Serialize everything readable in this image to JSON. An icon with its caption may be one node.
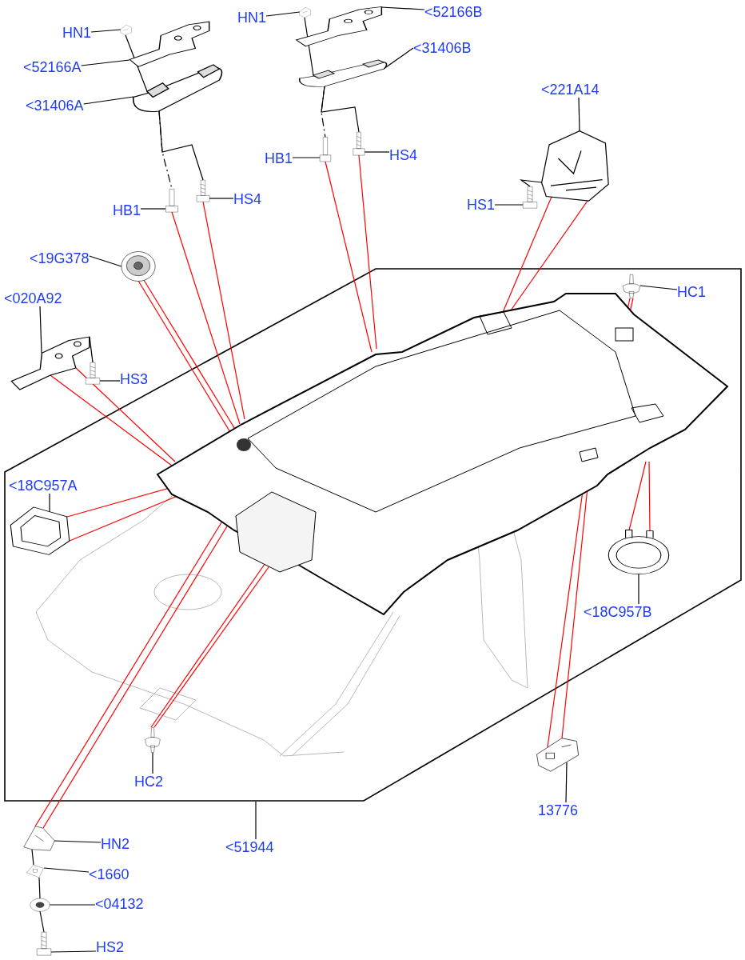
{
  "diagram": {
    "nodes": [
      {
        "text": [],
        "shape": "box"
      },
      {
        "text": [],
        "shape": "picture",
        "in": 0
      },
      {
        "text": [
          "HN1"
        ]
      },
      {
        "text": [],
        "shape": "picture"
      },
      {
        "text": [
          "<52166A"
        ]
      },
      {
        "text": [],
        "shape": "picture"
      },
      {
        "text": [
          "<31406A"
        ]
      },
      {
        "text": [],
        "shape": "picture"
      },
      {
        "text": [
          "HB1"
        ]
      },
      {
        "text": [],
        "shape": "picture"
      },
      {
        "text": [
          "HS4"
        ]
      },
      {
        "text": [],
        "shape": "picture"
      },
      {
        "text": [
          "HN1"
        ]
      },
      {
        "text": [],
        "shape": "picture"
      },
      {
        "text": [
          "<52166B"
        ]
      },
      {
        "text": [],
        "shape": "picture"
      },
      {
        "text": [
          "<31406B"
        ]
      },
      {
        "text": [],
        "shape": "picture"
      },
      {
        "text": [
          "HB1"
        ]
      },
      {
        "text": [],
        "shape": "picture"
      },
      {
        "text": [
          "HS4"
        ]
      },
      {
        "text": [],
        "shape": "picture"
      },
      {
        "text": [
          "<221A14"
        ]
      },
      {
        "text": [],
        "shape": "picture"
      },
      {
        "text": [
          "HS1"
        ]
      },
      {
        "text": [],
        "shape": "picture"
      },
      {
        "text": [
          "<19G378"
        ]
      },
      {
        "text": [],
        "shape": "picture"
      },
      {
        "text": [
          "<020A92"
        ]
      },
      {
        "text": [],
        "shape": "picture"
      },
      {
        "text": [
          "HS3"
        ]
      },
      {
        "text": [],
        "shape": "picture"
      },
      {
        "text": [
          "HC1"
        ],
        "in": 0
      },
      {
        "text": [],
        "shape": "picture",
        "in": 0
      },
      {
        "text": [
          "<18C957A"
        ],
        "in": 0
      },
      {
        "text": [],
        "shape": "picture",
        "in": 0
      },
      {
        "text": [
          "<18C957B"
        ],
        "in": 0
      },
      {
        "text": [],
        "shape": "picture",
        "in": 0
      },
      {
        "text": [
          "HC2"
        ],
        "in": 0
      },
      {
        "text": [],
        "shape": "picture",
        "in": 0
      },
      {
        "text": [
          "13776"
        ]
      },
      {
        "text": [],
        "shape": "picture"
      },
      {
        "text": [
          "<51944"
        ]
      },
      {
        "text": [
          "HN2"
        ]
      },
      {
        "text": [],
        "shape": "picture"
      },
      {
        "text": [
          "<1660"
        ]
      },
      {
        "text": [],
        "shape": "picture"
      },
      {
        "text": [
          "<04132"
        ]
      },
      {
        "text": [],
        "shape": "picture"
      },
      {
        "text": [
          "HS2"
        ]
      },
      {
        "text": [],
        "shape": "picture"
      }
    ],
    "edges": [
      {
        "from": 2,
        "to": 3,
        "arrow": "none"
      },
      {
        "from": 4,
        "to": 5,
        "arrow": "none"
      },
      {
        "from": 6,
        "to": 7,
        "arrow": "none"
      },
      {
        "from": 8,
        "to": 9,
        "arrow": "none"
      },
      {
        "from": 10,
        "to": 11,
        "arrow": "none"
      },
      {
        "from": 12,
        "to": 13,
        "arrow": "none"
      },
      {
        "from": 14,
        "to": 15,
        "arrow": "none"
      },
      {
        "from": 16,
        "to": 17,
        "arrow": "none"
      },
      {
        "from": 18,
        "to": 19,
        "arrow": "none"
      },
      {
        "from": 20,
        "to": 21,
        "arrow": "none"
      },
      {
        "from": 22,
        "to": 23,
        "arrow": "none"
      },
      {
        "from": 24,
        "to": 25,
        "arrow": "none"
      },
      {
        "from": 26,
        "to": 27,
        "arrow": "none"
      },
      {
        "from": 28,
        "to": 29,
        "arrow": "none"
      },
      {
        "from": 30,
        "to": 31,
        "arrow": "none"
      },
      {
        "from": 32,
        "to": 33,
        "arrow": "none"
      },
      {
        "from": 34,
        "to": 35,
        "arrow": "none"
      },
      {
        "from": 36,
        "to": 37,
        "arrow": "none"
      },
      {
        "from": 38,
        "to": 39,
        "arrow": "none"
      },
      {
        "from": 40,
        "to": 41,
        "arrow": "none"
      },
      {
        "from": 42,
        "to": 0,
        "arrow": "none"
      },
      {
        "from": 43,
        "to": 44,
        "arrow": "none"
      },
      {
        "from": 45,
        "to": 46,
        "arrow": "none"
      },
      {
        "from": 47,
        "to": 48,
        "arrow": "none"
      },
      {
        "from": 49,
        "to": 50,
        "arrow": "none"
      },
      {
        "from": 3,
        "to": 7,
        "arrow": "none"
      },
      {
        "from": 7,
        "to": 9,
        "arrow": "none",
        "style": "dashed"
      },
      {
        "from": 7,
        "to": 11,
        "arrow": "none"
      },
      {
        "from": 13,
        "to": 17,
        "arrow": "none"
      },
      {
        "from": 17,
        "to": 19,
        "arrow": "none",
        "style": "dashed"
      },
      {
        "from": 17,
        "to": 21,
        "arrow": "none"
      },
      {
        "from": 23,
        "to": 25,
        "arrow": "none"
      },
      {
        "from": 29,
        "to": 31,
        "arrow": "none"
      },
      {
        "from": 44,
        "to": 46,
        "arrow": "none"
      },
      {
        "from": 46,
        "to": 48,
        "arrow": "none"
      },
      {
        "from": 48,
        "to": 50,
        "arrow": "none"
      },
      {
        "from": 9,
        "to": 1,
        "arrow": "none",
        "color": "#ff0000"
      },
      {
        "from": 11,
        "to": 1,
        "arrow": "none",
        "color": "#ff0000"
      },
      {
        "from": 19,
        "to": 1,
        "arrow": "none",
        "color": "#ff0000"
      },
      {
        "from": 21,
        "to": 1,
        "arrow": "none",
        "color": "#ff0000"
      },
      {
        "from": 23,
        "to": 1,
        "arrow": "none",
        "color": "#ff0000"
      },
      {
        "from": 23,
        "to": 1,
        "arrow": "none",
        "color": "#ff0000"
      },
      {
        "from": 27,
        "to": 1,
        "arrow": "none",
        "color": "#ff0000"
      },
      {
        "from": 27,
        "to": 1,
        "arrow": "none",
        "color": "#ff0000"
      },
      {
        "from": 29,
        "to": 1,
        "arrow": "none",
        "color": "#ff0000"
      },
      {
        "from": 29,
        "to": 1,
        "arrow": "none",
        "color": "#ff0000"
      },
      {
        "from": 35,
        "to": 1,
        "arrow": "none",
        "color": "#ff0000"
      },
      {
        "from": 35,
        "to": 1,
        "arrow": "none",
        "color": "#ff0000"
      },
      {
        "from": 44,
        "to": 1,
        "arrow": "none",
        "color": "#ff0000"
      },
      {
        "from": 44,
        "to": 1,
        "arrow": "none",
        "color": "#ff0000"
      },
      {
        "from": 39,
        "to": 1,
        "arrow": "none",
        "color": "#ff0000"
      },
      {
        "from": 39,
        "to": 1,
        "arrow": "none",
        "color": "#ff0000"
      },
      {
        "from": 41,
        "to": 1,
        "arrow": "none",
        "color": "#ff0000"
      },
      {
        "from": 41,
        "to": 1,
        "arrow": "none",
        "color": "#ff0000"
      },
      {
        "from": 37,
        "to": 1,
        "arrow": "none",
        "color": "#ff0000"
      },
      {
        "from": 37,
        "to": 1,
        "arrow": "none",
        "color": "#ff0000"
      },
      {
        "from": 33,
        "to": 1,
        "arrow": "none",
        "color": "#ff0000"
      },
      {
        "from": 33,
        "to": 1,
        "arrow": "none",
        "color": "#ff0000"
      }
    ]
  }
}
